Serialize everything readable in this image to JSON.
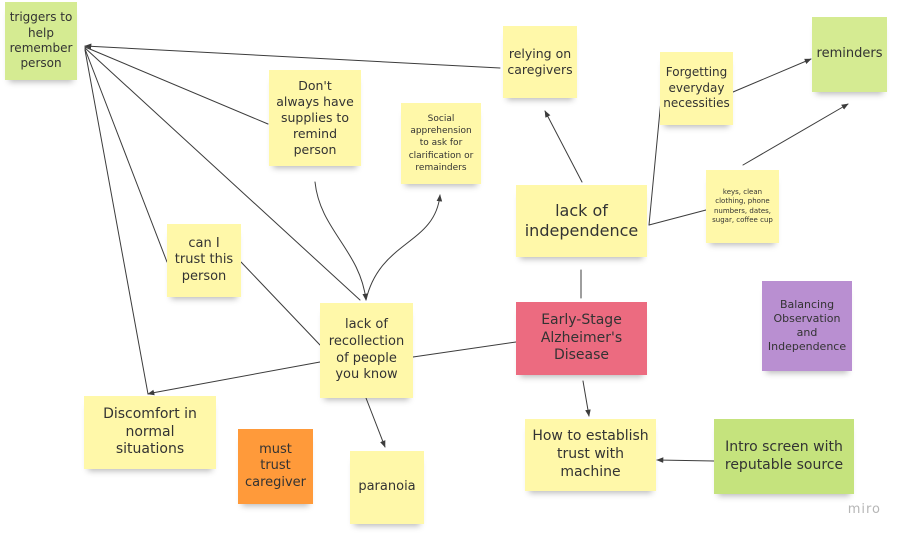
{
  "board": {
    "watermark": "miro",
    "colors": {
      "yellow": "#fff8a9",
      "lime": "#d5eb92",
      "pink": "#ec6b80",
      "purple": "#b98fd1",
      "orange": "#ff9a3a",
      "green": "#c5e37d",
      "connector": "#3c3c3c"
    },
    "notes": {
      "triggers": "triggers to help remember person",
      "relying": "relying on caregivers",
      "supplies": "Don't always have supplies to remind person",
      "social": "Social apprehension to ask for clarification or remainders",
      "forgetting": "Forgetting everyday necessities",
      "reminders": "reminders",
      "independence": "lack of independence",
      "keys": "keys, clean clothing, phone numbers, dates, sugar, coffee cup",
      "trust_person": "can I trust this person",
      "recollection": "lack of recollection of people you know",
      "alzheimers": "Early-Stage Alzheimer's Disease",
      "balancing": "Balancing Observation and Independence",
      "discomfort": "Discomfort in normal situations",
      "must_trust": "must trust caregiver",
      "paranoia": "paranoia",
      "establish": "How to establish trust with machine",
      "intro": "Intro screen with reputable source"
    }
  }
}
